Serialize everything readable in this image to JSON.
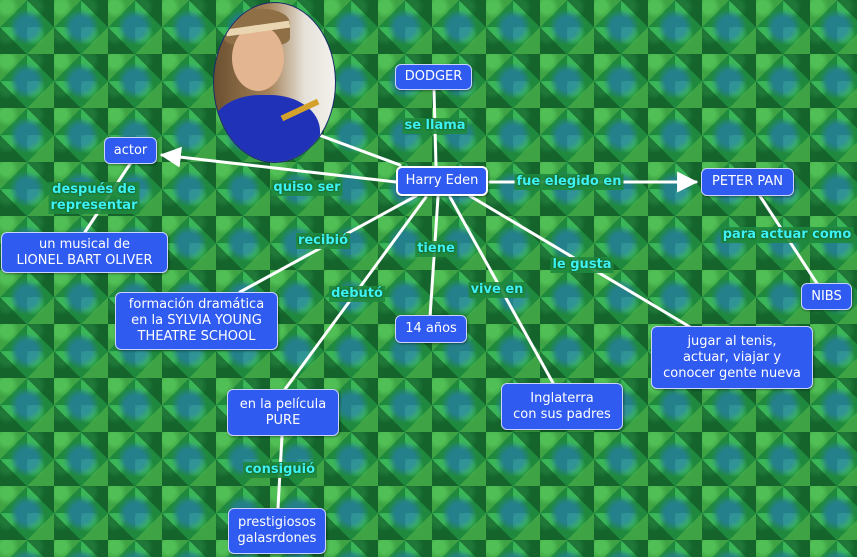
{
  "center": "Harry Eden",
  "concepts": {
    "dodger": "DODGER",
    "actor": "actor",
    "musical": "un musical de\nLIONEL BART OLIVER",
    "formacion": "formación dramática\nen la SYLVIA YOUNG\nTHEATRE SCHOOL",
    "pelicula": "en la película\nPURE",
    "premios": "prestigiosos\ngalasrdones",
    "edad": "14 años",
    "inglaterra": "Inglaterra\ncon sus padres",
    "gustos": "jugar al tenis,\nactuar, viajar y\nconocer gente nueva",
    "peterpan": "PETER PAN",
    "nibs": "NIBS"
  },
  "links": {
    "se_llama": "se llama",
    "quiso_ser": "quiso ser",
    "despues": "después de\nrepresentar",
    "recibio": "recibió",
    "debuto": "debutó",
    "consiguio": "consiguió",
    "tiene": "tiene",
    "vive_en": "vive en",
    "le_gusta": "le gusta",
    "fue_elegido": "fue elegido en",
    "para_actuar": "para actuar como"
  },
  "photo_alt": "photo of a boy",
  "colors": {
    "node_fill": "#2f5bf0",
    "link_label": "#3cf2f2",
    "line": "#ffffff"
  }
}
